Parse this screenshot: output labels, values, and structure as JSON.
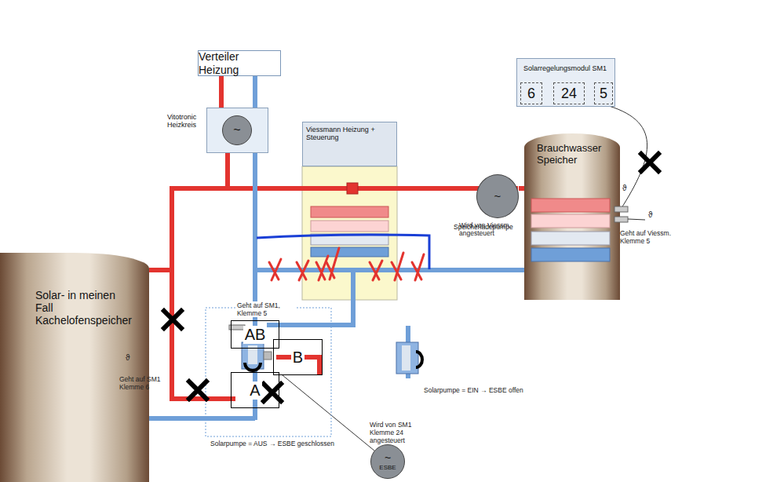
{
  "diagram": {
    "nodes": [
      {
        "text": [
          "Verteiler Heizung"
        ]
      },
      {
        "text": [
          "Vitotronic Heizkreis"
        ]
      },
      {
        "text": [
          "~"
        ],
        "in": 1
      },
      {
        "text": [
          "Viessmann Heizung + Steuerung"
        ]
      },
      {
        "text": [
          "Solarregelungsmodul SM1"
        ]
      },
      {
        "text": [
          "6"
        ],
        "in": 4
      },
      {
        "text": [
          "24"
        ],
        "in": 4
      },
      {
        "text": [
          "5"
        ],
        "in": 4
      },
      {
        "text": [
          "Brauchwasser Speicher"
        ]
      },
      {
        "text": [
          "~",
          "Speicherladepumpe"
        ]
      },
      {
        "text": [
          "Solar- in meinen Fall Kachelofenspeicher"
        ]
      },
      {
        "text": [
          "AB"
        ]
      },
      {
        "text": [
          "B"
        ]
      },
      {
        "text": [
          "A"
        ]
      },
      {
        "text": [
          "~",
          "ESBE"
        ]
      }
    ],
    "edges": [
      {
        "from": 0,
        "to": 1,
        "arrow": "none"
      },
      {
        "from": 0,
        "to": 1,
        "arrow": "none"
      },
      {
        "from": 9,
        "to": 8,
        "arrow": "none"
      },
      {
        "from": 7,
        "to": 8,
        "arrow": "none"
      },
      {
        "from": 14,
        "to": 12,
        "arrow": "none"
      }
    ],
    "labels": [
      "Wird von Viessm. angesteuert",
      "ϑ",
      "ϑ",
      "Geht auf Viessm. Klemme 5",
      "Geht auf SM1, Klemme 5",
      "ϑ",
      "Geht auf SM1 Klemme 6",
      "Solarpumpe = EIN → ESBE offen",
      "Wird von SM1 Klemme 24 angesteuert",
      "Solarpumpe = AUS → ESBE geschlossen"
    ]
  }
}
